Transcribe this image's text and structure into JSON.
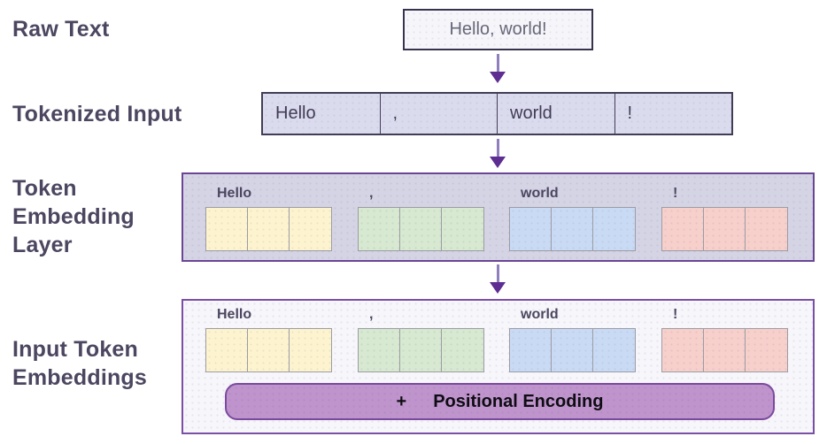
{
  "stage_labels": {
    "raw_text": "Raw Text",
    "tokenized_input": "Tokenized Input",
    "token_embedding_layer": "Token Embedding Layer",
    "input_token_embeddings": "Input Token Embeddings"
  },
  "raw_text": {
    "value": "Hello, world!"
  },
  "tokens": [
    {
      "text": "Hello",
      "embedding_color": "#fdf4cf"
    },
    {
      "text": ",",
      "embedding_color": "#d7e9d0"
    },
    {
      "text": "world",
      "embedding_color": "#c9dbf4"
    },
    {
      "text": "!",
      "embedding_color": "#f7d0cb"
    }
  ],
  "embedding_cells_per_token": 3,
  "positional_encoding": {
    "operator": "+",
    "label": "Positional Encoding"
  },
  "icons": {
    "flow_arrow": "arrow-down"
  },
  "colors": {
    "label_text": "#4c4660",
    "arrow_head": "#5d2d91",
    "arrow_stem": "#8f7fbe",
    "raw_box_fill": "#f6f6fa",
    "raw_box_border": "#37334e",
    "token_row_fill": "#dbdbee",
    "token_row_border": "#413d56",
    "embedding_layer_fill": "#d5d4e5",
    "embedding_layer_border": "#6a4596",
    "output_box_fill": "#f7f6fb",
    "output_box_border": "#7a4fa5",
    "cell_border": "#9c9ca4",
    "positional_bar_fill": "#bf93cc",
    "positional_bar_border": "#7b4a9e",
    "positional_bar_text": "#0d0d12"
  }
}
